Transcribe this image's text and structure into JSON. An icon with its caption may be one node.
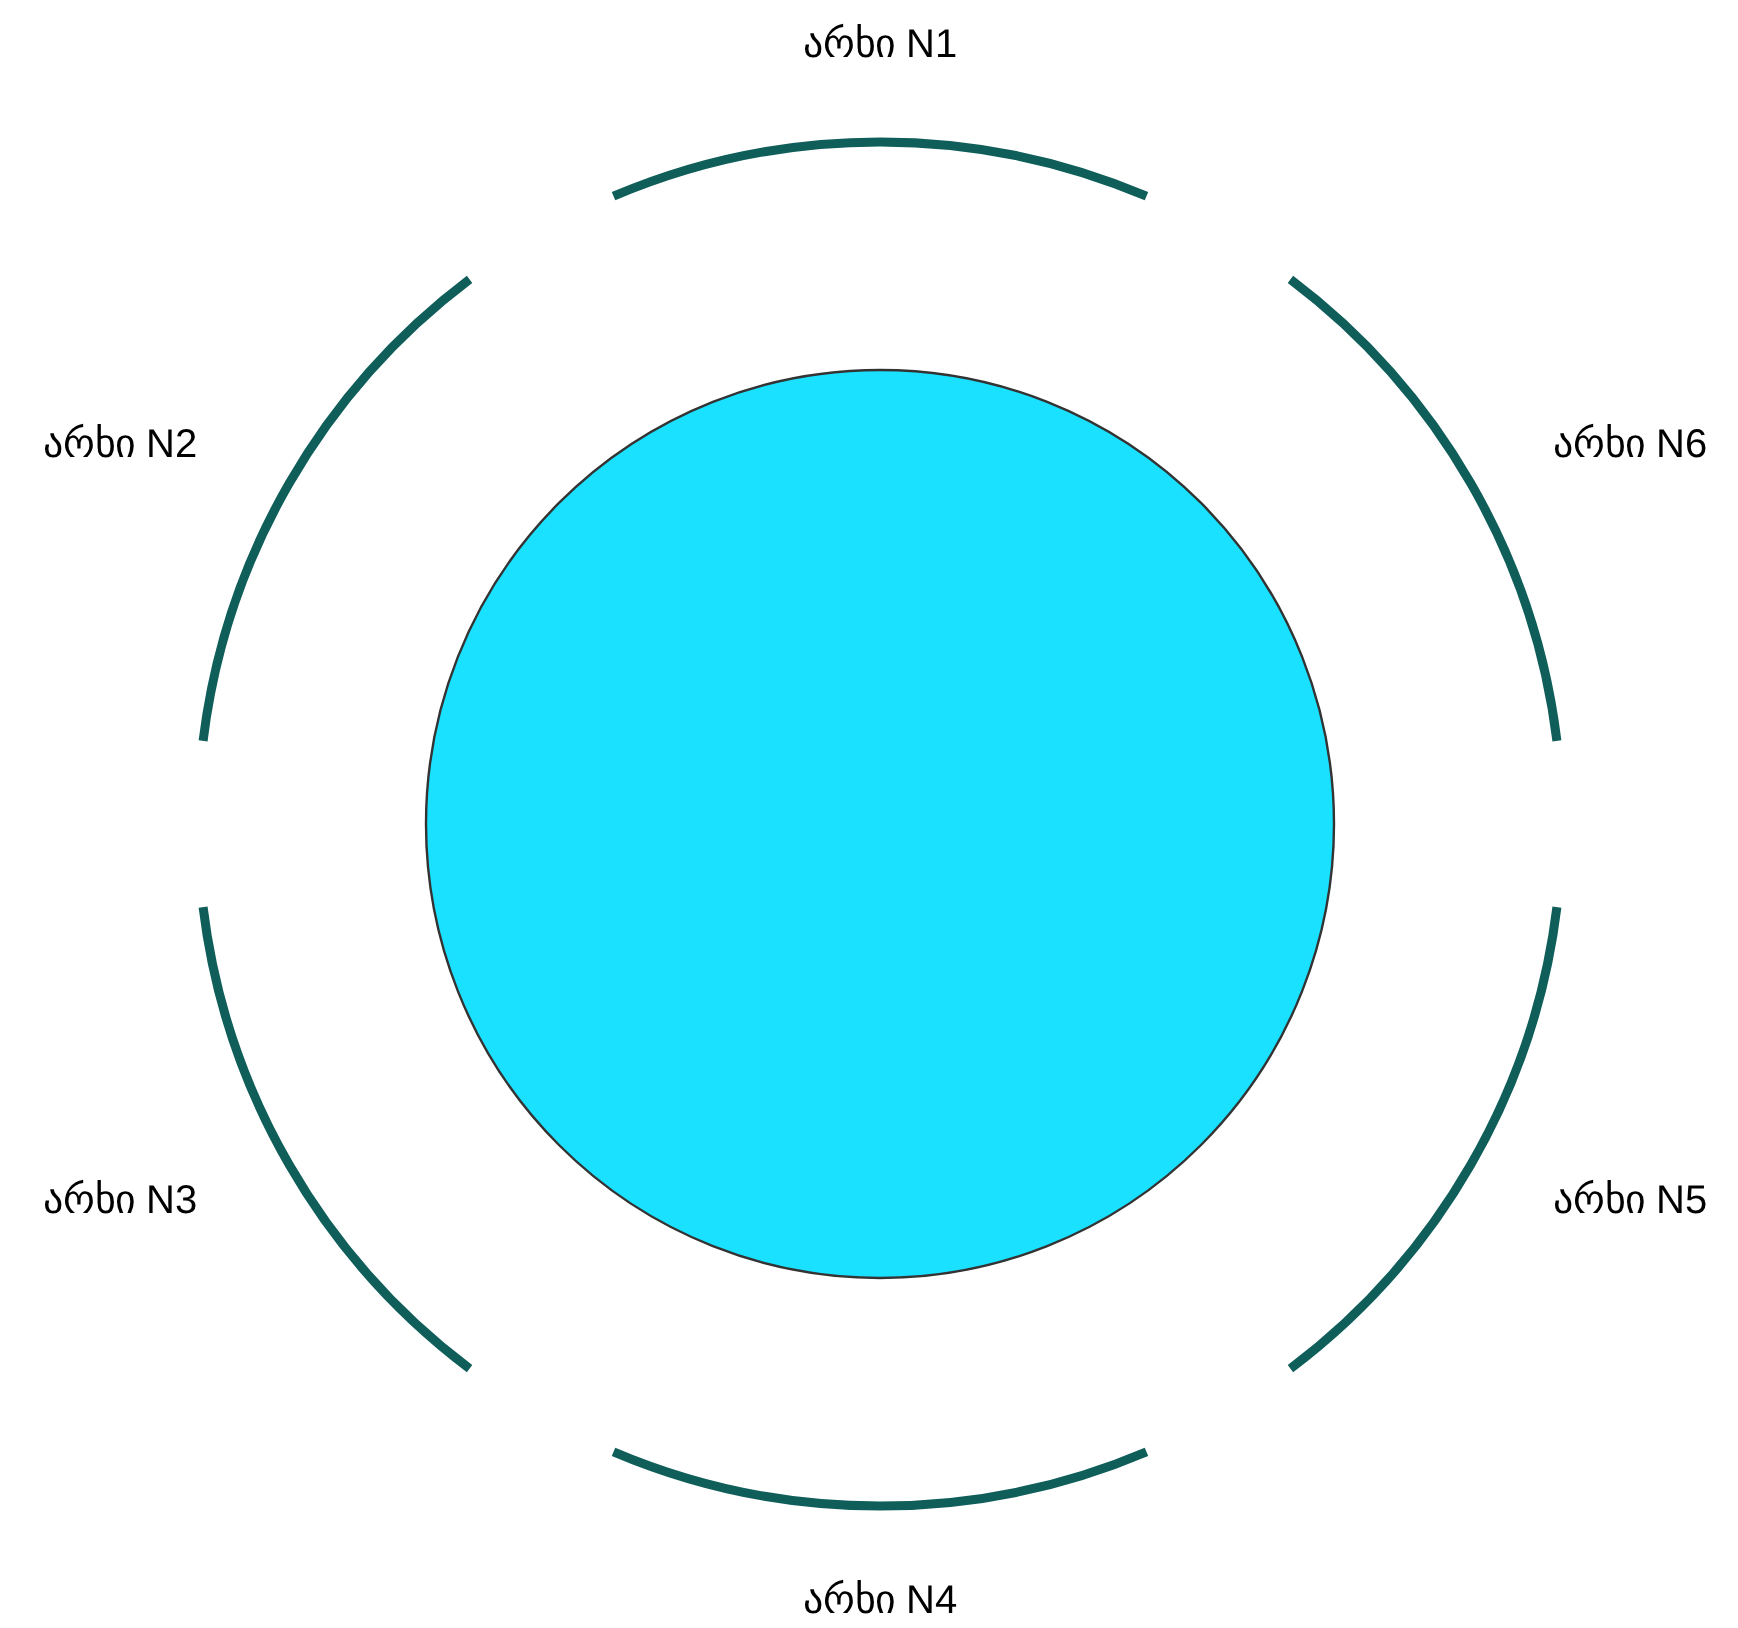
{
  "diagram": {
    "nodes": [
      {
        "text": [],
        "shape": "circle"
      },
      {
        "text": [],
        "shape": "arc",
        "beside": [
          "არხი N1"
        ]
      },
      {
        "text": [],
        "shape": "arc",
        "beside": [
          "არხი N2"
        ]
      },
      {
        "text": [],
        "shape": "arc",
        "beside": [
          "არხი N3"
        ]
      },
      {
        "text": [],
        "shape": "arc",
        "beside": [
          "არხი N4"
        ]
      },
      {
        "text": [],
        "shape": "arc",
        "beside": [
          "არხი N5"
        ]
      },
      {
        "text": [],
        "shape": "arc",
        "beside": [
          "არხი N6"
        ]
      }
    ]
  }
}
